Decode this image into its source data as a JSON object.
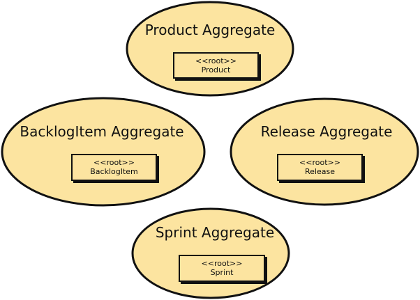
{
  "colors": {
    "fill": "#fce4a0",
    "stroke": "#111111"
  },
  "aggregates": [
    {
      "title": "Product Aggregate",
      "stereotype": "<<root>>",
      "root": "Product"
    },
    {
      "title": "BacklogItem Aggregate",
      "stereotype": "<<root>>",
      "root": "BacklogItem"
    },
    {
      "title": "Release Aggregate",
      "stereotype": "<<root>>",
      "root": "Release"
    },
    {
      "title": "Sprint Aggregate",
      "stereotype": "<<root>>",
      "root": "Sprint"
    }
  ]
}
